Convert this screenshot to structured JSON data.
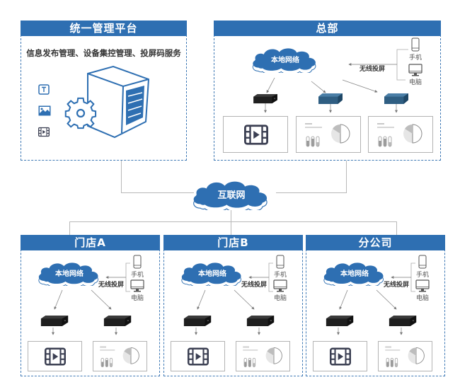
{
  "colors": {
    "brand_blue": "#2e6fb2",
    "line_gray": "#b8b8b8",
    "device_dark": "#2a2a2a",
    "device_blue": "#2f5e82"
  },
  "platform": {
    "title": "统一管理平台",
    "subtitle": "信息发布管理、设备集控管理、投屏码服务",
    "icons": [
      "text-icon",
      "image-icon",
      "video-icon",
      "server-icon",
      "gear-icon"
    ]
  },
  "internet": {
    "label": "互联网"
  },
  "headquarters": {
    "title": "总部",
    "network_label": "本地网络",
    "wireless_label": "无线投屏",
    "phone_label": "手机",
    "pc_label": "电脑"
  },
  "branches": [
    {
      "title": "门店A",
      "network_label": "本地网络",
      "wireless_label": "无线投屏",
      "phone_label": "手机",
      "pc_label": "电脑"
    },
    {
      "title": "门店B",
      "network_label": "本地网络",
      "wireless_label": "无线投屏",
      "phone_label": "手机",
      "pc_label": "电脑"
    },
    {
      "title": "分公司",
      "network_label": "本地网络",
      "wireless_label": "无线投屏",
      "phone_label": "手机",
      "pc_label": "电脑"
    }
  ]
}
